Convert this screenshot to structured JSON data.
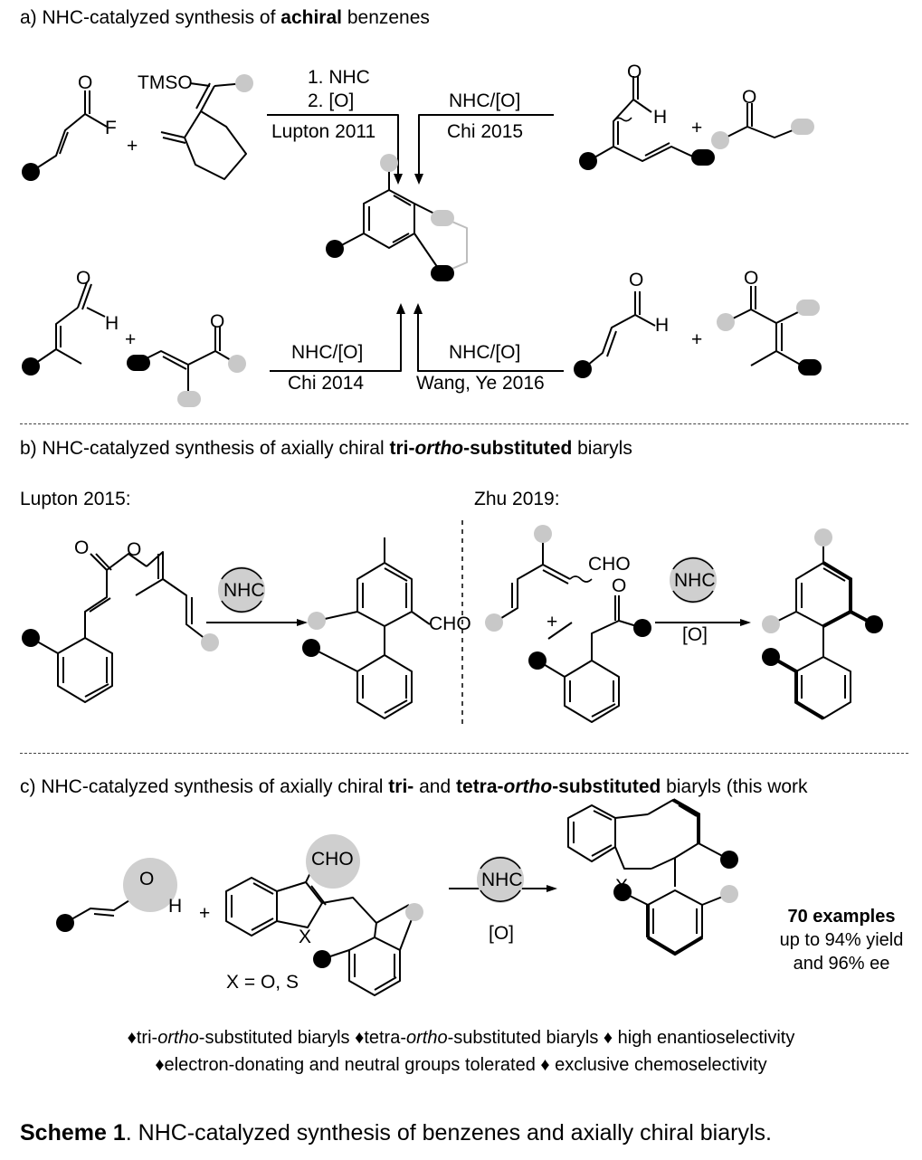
{
  "sections": {
    "a": {
      "prefix": "a) NHC-catalyzed synthesis of ",
      "bold": "achiral",
      "suffix": " benzenes"
    },
    "b": {
      "prefix": "b) NHC-catalyzed synthesis of axially chiral ",
      "bold1": "tri-",
      "boldital": "ortho",
      "bold2": "-substituted",
      "suffix": " biaryls"
    },
    "c": {
      "prefix": "c) NHC-catalyzed synthesis of axially chiral ",
      "bold_a": "tri-",
      "mid": " and ",
      "bold_b": "tetra-",
      "boldital": "ortho",
      "bold_c": "-substituted",
      "suffix": " biaryls (this work"
    }
  },
  "scheme_a": {
    "route1": {
      "cond1": "1. NHC",
      "cond2": "2. [O]",
      "ref": "Lupton 2011"
    },
    "route2": {
      "cond": "NHC/[O]",
      "ref": "Chi 2015"
    },
    "route3": {
      "cond": "NHC/[O]",
      "ref": "Chi 2014"
    },
    "route4": {
      "cond": "NHC/[O]",
      "ref": "Wang, Ye 2016"
    },
    "atoms": {
      "o": "O",
      "f": "F",
      "h": "H",
      "tmso": "TMSO",
      "plus": "+"
    }
  },
  "scheme_b": {
    "left_ref": "Lupton 2015:",
    "right_ref": "Zhu 2019:",
    "nhc": "NHC",
    "ox": "[O]",
    "cho": "CHO"
  },
  "scheme_c": {
    "nhc": "NHC",
    "ox": "[O]",
    "cho": "CHO",
    "x": "X",
    "x_def": "X = O, S",
    "examples": "70 examples",
    "yield": "up to 94% yield",
    "ee": "and 96% ee"
  },
  "bullets": {
    "line1_a": "tri-",
    "line1_b": "ortho",
    "line1_c": "-substituted biaryls ",
    "line1_d": "tetra-",
    "line1_e": "ortho",
    "line1_f": "-substituted biaryls ",
    "line1_g": " high enantioselectivity",
    "line2_a": "electron-donating and neutral groups tolerated ",
    "line2_b": " exclusive chemoselectivity",
    "diamond": "♦"
  },
  "caption": {
    "bold": "Scheme 1",
    "text": ". NHC-catalyzed synthesis of benzenes and axially chiral biaryls."
  },
  "colors": {
    "black_dot": "#000000",
    "grey_dot": "#c8c8c8",
    "circle": "#cfcfcf"
  }
}
